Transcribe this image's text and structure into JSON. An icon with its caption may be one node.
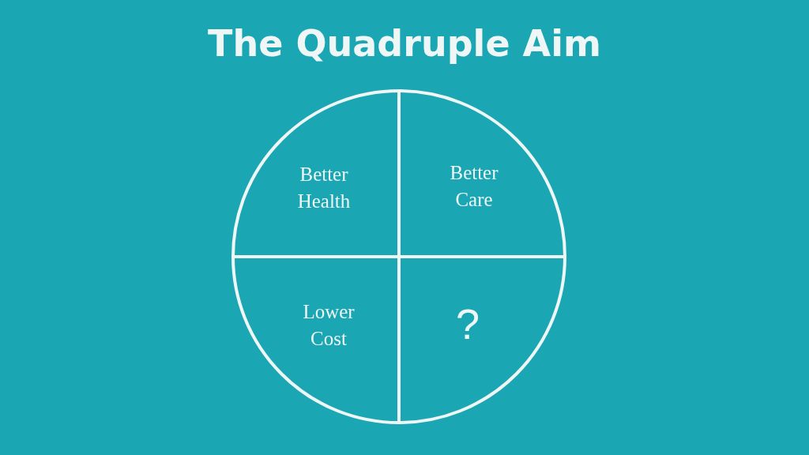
{
  "diagram": {
    "title": "The Quadruple Aim",
    "nodes": [
      {
        "text": [],
        "shape": "circle"
      },
      {
        "text": [
          "Better Health"
        ],
        "in": 0
      },
      {
        "text": [
          "Better Care"
        ],
        "in": 0
      },
      {
        "text": [
          "Lower Cost"
        ],
        "in": 0
      },
      {
        "text": [
          "?"
        ],
        "in": 0
      }
    ],
    "edges": []
  }
}
